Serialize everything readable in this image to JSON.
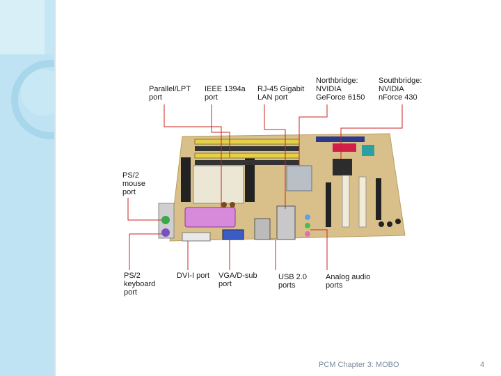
{
  "labels": {
    "parallel": "Parallel/LPT\nport",
    "ieee": "IEEE 1394a\nport",
    "rj45": "RJ-45 Gigabit\nLAN port",
    "northbridge": "Northbridge:\nNVIDIA\nGeForce 6150",
    "southbridge": "Southbridge:\nNVIDIA\nnForce 430",
    "ps2mouse": "PS/2\nmouse\nport",
    "ps2keyboard": "PS/2\nkeyboard\nport",
    "dvi": "DVI-I port",
    "vga": "VGA/D-sub\nport",
    "usb": "USB 2.0\nports",
    "audio": "Analog audio\nports"
  },
  "footer": {
    "title": "PCM Chapter 3: MOBO",
    "page": "4"
  },
  "colors": {
    "sidebar": "#bfe3f2",
    "callout_line": "#cc2222",
    "board": "#d9c08a"
  }
}
